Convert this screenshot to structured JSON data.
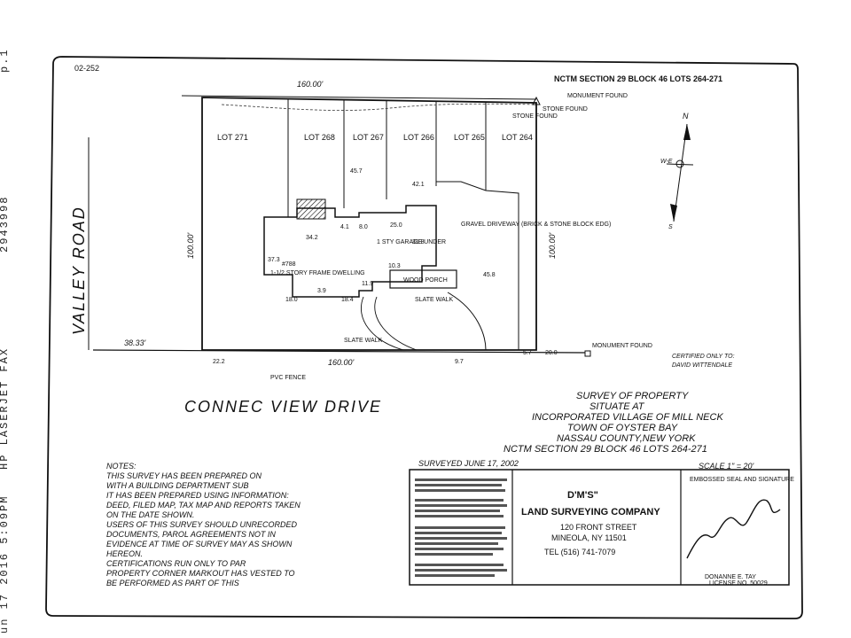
{
  "fax_header": {
    "date_time": "un 17 2016 5:09PM",
    "device": "HP LASERJET FAX",
    "number": "2943998",
    "page": "p.1"
  },
  "survey": {
    "file_number": "02-252",
    "nctm_header": "NCTM SECTION 29   BLOCK 46   LOTS 264-271",
    "lots": [
      "LOT 271",
      "LOT 268",
      "LOT 267",
      "LOT 266",
      "LOT 265",
      "LOT 264"
    ],
    "dim_top": "160.00'",
    "dim_bottom": "160.00'",
    "dim_left": "100.00'",
    "dim_right": "100.00'",
    "dim_left_street": "38.33'",
    "road_left": "VALLEY ROAD",
    "road_bottom": "CONNEC VIEW DRIVE",
    "dwelling": "1-1/2 STORY FRAME DWELLING",
    "dwelling_num": "#788",
    "garage": "1 STY GARAGE UNDER",
    "porch": "WOOD PORCH",
    "walk_slate": "SLATE WALK",
    "walk_slate2": "SLATE WALK",
    "driveway": "GRAVEL DRIVEWAY (BRICK & STONE BLOCK EDG)",
    "monument_top": "MONUMENT FOUND",
    "monument_bottom": "MONUMENT FOUND",
    "stone_found_1": "STONE FOUND",
    "stone_found_2": "STONE FOUND",
    "pvc_fence": "PVC FENCE",
    "north_label": "N",
    "compass_ew": "W-E",
    "compass_s": "S",
    "certified_label": "CERTIFIED ONLY TO:",
    "certified_name": "DAVID WITTENDALE",
    "dims": {
      "d1": "45.7",
      "d2": "42.1",
      "d3": "25.0",
      "d4": "34.2",
      "d5": "31.8",
      "d6": "37.3",
      "d7": "10.3",
      "d8": "11.9",
      "d9": "18.0",
      "d10": "18.4",
      "d11": "45.8",
      "d12": "9.7",
      "d13": "22.2",
      "d14": "20.0",
      "d15": "5.7",
      "d16": "4.1",
      "d17": "8.0",
      "d18": "3.9"
    }
  },
  "title_block": {
    "line1": "SURVEY OF PROPERTY",
    "line2": "SITUATE AT",
    "line3": "INCORPORATED VILLAGE OF MILL NECK",
    "line4": "TOWN OF OYSTER BAY",
    "line5": "NASSAU COUNTY,NEW YORK",
    "line6": "NCTM SECTION 29   BLOCK 46   LOTS 264-271",
    "surveyed": "SURVEYED JUNE 17, 2002",
    "scale": "SCALE 1\" = 20'"
  },
  "notes": {
    "lines": [
      "NOTES:",
      "THIS SURVEY HAS BEEN PREPARED ON",
      "WITH A BUILDING DEPARTMENT SUB",
      "IT HAS BEEN PREPARED USING INFORMATION:",
      "DEED, FILED MAP, TAX MAP AND REPORTS TAKEN",
      "ON THE DATE SHOWN.",
      "USERS OF THIS SURVEY SHOULD  UNRECORDED",
      "DOCUMENTS, PAROL AGREEMENTS  NOT IN",
      "EVIDENCE AT TIME OF SURVEY MAY  AS SHOWN",
      "HEREON.",
      "CERTIFICATIONS RUN ONLY TO PAR",
      "PROPERTY CORNER MARKOUT HAS  VESTED TO",
      "BE PERFORMED AS PART OF THIS"
    ]
  },
  "company": {
    "name1": "D'M'S\"",
    "name2": "LAND SURVEYING COMPANY",
    "address": "120 FRONT STREET",
    "city": "MINEOLA, NY 11501",
    "tel": "TEL (516) 741-7079",
    "seal_caption": "EMBOSSED SEAL AND SIGNATURE",
    "signer": "DONANNE E. TAY",
    "license": "LICENSE NO. 50029"
  }
}
